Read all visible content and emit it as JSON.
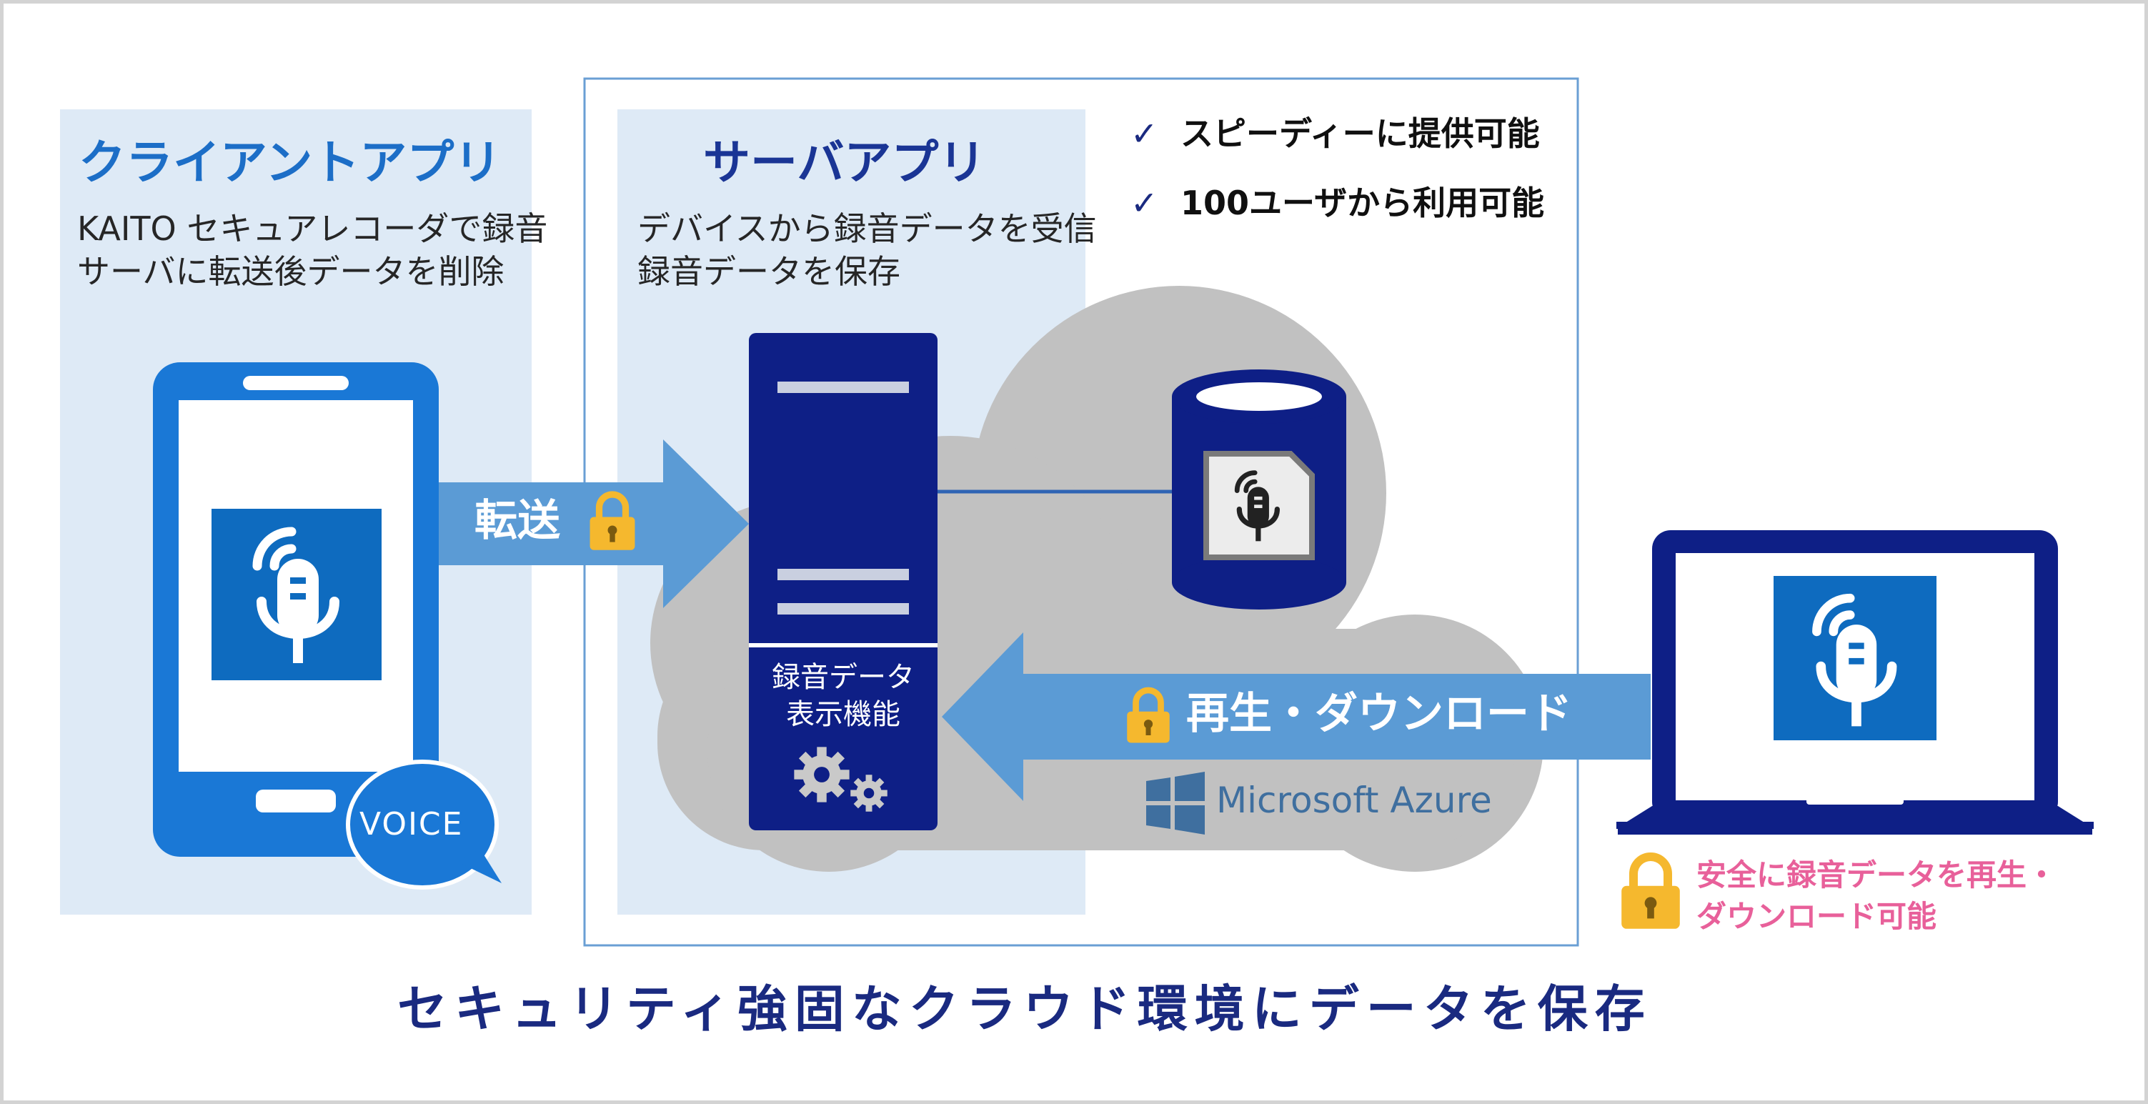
{
  "client_panel": {
    "title": "クライアントアプリ",
    "description": "KAITO セキュアレコーダで録音\nサーバに転送後データを削除"
  },
  "server_panel": {
    "title": "サーバアプリ",
    "description": "デバイスから録音データを受信\n録音データを保存"
  },
  "features": [
    {
      "check": "✓",
      "text": "スピーディーに提供可能"
    },
    {
      "check": "✓",
      "text": "100ユーザから利用可能"
    }
  ],
  "transfer_arrow": {
    "label": "転送"
  },
  "playback_arrow": {
    "label": "再生・ダウンロード"
  },
  "server_box": {
    "label": "録音データ\n表示機能"
  },
  "cloud": {
    "provider_label": "Microsoft Azure"
  },
  "voice_badge": {
    "label": "VOICE"
  },
  "laptop_note": "安全に録音データを再生・\nダウンロード可能",
  "bottom_title": "セキュリティ強固なクラウド環境にデータを保存",
  "icons": [
    "phone-icon",
    "mic-app-icon",
    "lock-icon",
    "server-icon",
    "gear-icon",
    "database-icon",
    "audio-file-icon",
    "laptop-icon",
    "windows-logo-icon",
    "speech-bubble-icon",
    "check-icon"
  ],
  "colors": {
    "panel_bg": "#deeaf6",
    "client_title": "#1c6ec7",
    "server_title": "#1a3595",
    "navy": "#0e1f86",
    "arrow": "#5b9bd5",
    "phone": "#1a78d6",
    "app_icon": "#0e6bbf",
    "lock": "#f5b82e",
    "cloud": "#c1c1c1",
    "azure": "#3f6f9f",
    "note": "#e8609a",
    "frame_border": "#d3d3d3"
  }
}
